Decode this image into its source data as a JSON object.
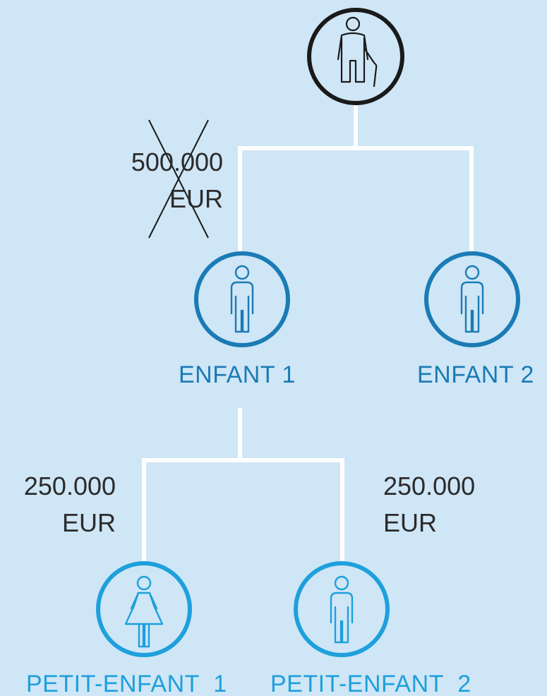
{
  "root": {
    "icon": "elderly-person-icon",
    "color": "#1a1a1a"
  },
  "children": [
    {
      "label": "ENFANT 1",
      "icon": "person-icon",
      "color": "#1a7bb5"
    },
    {
      "label": "ENFANT 2",
      "icon": "person-icon",
      "color": "#1a7bb5"
    }
  ],
  "grandchildren": [
    {
      "label": "PETIT-ENFANT  1",
      "icon": "girl-icon",
      "color": "#1ea0dc"
    },
    {
      "label": "PETIT-ENFANT  2",
      "icon": "boy-icon",
      "color": "#1ea0dc"
    }
  ],
  "amounts": {
    "crossed": {
      "value": "500.000",
      "unit": "EUR",
      "crossed_out": true
    },
    "left": {
      "value": "250.000",
      "unit": "EUR"
    },
    "right": {
      "value": "250.000",
      "unit": "EUR"
    }
  },
  "colors": {
    "background": "#cfe6f6",
    "connector": "#ffffff",
    "text": "#2b2b2b"
  }
}
